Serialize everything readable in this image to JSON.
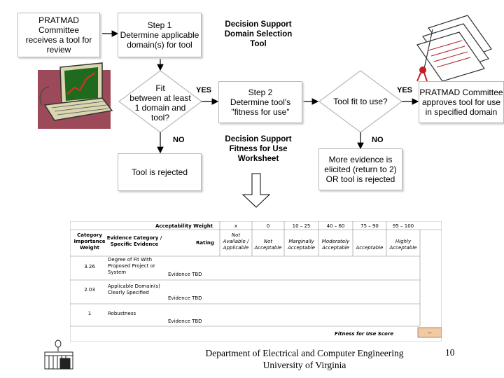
{
  "flowchart": {
    "box_receive": "PRATMAD Committee\nreceives a tool for\nreview",
    "box_step1": "Step 1\nDetermine applicable\ndomain(s) for tool",
    "title_domain_tool": "Decision Support\nDomain Selection\nTool",
    "diamond_fit": "Fit\nbetween at least\n1 domain and\ntool?",
    "yes_label_1": "YES",
    "no_label_1": "NO",
    "box_step2": "Step 2\nDetermine tool's\n\"fitness for use\"",
    "diamond_fit_use": "Tool fit to use?",
    "yes_label_2": "YES",
    "no_label_2": "NO",
    "box_approves": "PRATMAD Committee\napproves tool for use\nin specified domain",
    "box_rejected": "Tool is rejected",
    "title_worksheet": "Decision Support\nFitness for Use\nWorksheet",
    "box_more_evidence": "More evidence is\nelicited (return to 2)\nOR tool is rejected"
  },
  "worksheet": {
    "acceptability_weight": "Acceptability Weight",
    "weights": [
      "x",
      "0",
      "10 – 25",
      "40 – 60",
      "75 – 90",
      "95 – 100"
    ],
    "col_category_importance": "Category\nImportance\nWeight",
    "col_evidence": "Evidence Category /\nSpecific Evidence",
    "col_rating": "Rating",
    "ratings": [
      "Not\nAvailable /\nApplicable",
      "Not\nAcceptable",
      "Marginally\nAcceptable",
      "Moderately\nAcceptable",
      "Acceptable",
      "Highly\nAcceptable"
    ],
    "rows": [
      {
        "weight": "3.26",
        "category": "Degree of Fit With\nProposed Project or\nSystem",
        "evidence": "Evidence TBD"
      },
      {
        "weight": "2.03",
        "category": "Applicable Domain(s)\nClearly Specified",
        "evidence": "Evidence TBD"
      },
      {
        "weight": "1",
        "category": "Robustness",
        "evidence": "Evidence TBD"
      }
    ],
    "score_label": "Fitness for Use Score",
    "score_value": "--"
  },
  "footer": {
    "department": "Department of Electrical and Computer Engineering\nUniversity of Virginia",
    "page_number": "10"
  },
  "clipart": [
    "laptop-chart-clipart",
    "papers-clipart",
    "university-logo"
  ]
}
